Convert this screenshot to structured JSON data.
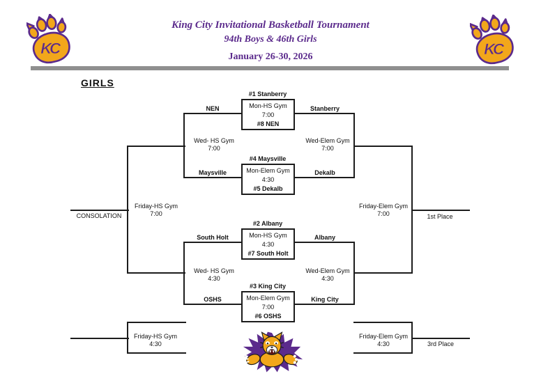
{
  "header": {
    "title": "King City Invitational Basketball Tournament",
    "subtitle": "94th Boys & 46th Girls",
    "date_line": "January 26-30, 2026",
    "logo_letters": "KC",
    "accent_purple": "#5B2A8C",
    "accent_gold": "#F2A71B"
  },
  "section": {
    "label": "GIRLS"
  },
  "round1": [
    {
      "seed_top": "#1 Stanberry",
      "gym": "Mon-HS Gym",
      "time": "7:00",
      "seed_bottom": "#8 NEN",
      "loser_to": "NEN",
      "winner_to": "Stanberry"
    },
    {
      "seed_top": "#4 Maysville",
      "gym": "Mon-Elem Gym",
      "time": "4:30",
      "seed_bottom": "#5 Dekalb",
      "loser_to": "Maysville",
      "winner_to": "Dekalb"
    },
    {
      "seed_top": "#2 Albany",
      "gym": "Mon-HS Gym",
      "time": "4:30",
      "seed_bottom": "#7 South Holt",
      "loser_to": "South Holt",
      "winner_to": "Albany"
    },
    {
      "seed_top": "#3 King City",
      "gym": "Mon-Elem Gym",
      "time": "7:00",
      "seed_bottom": "#6 OSHS",
      "loser_to": "OSHS",
      "winner_to": "King City"
    }
  ],
  "consolation_semifinals": [
    {
      "gym": "Wed- HS Gym",
      "time": "7:00"
    },
    {
      "gym": "Wed- HS Gym",
      "time": "4:30"
    }
  ],
  "winners_semifinals": [
    {
      "gym": "Wed-Elem Gym",
      "time": "7:00"
    },
    {
      "gym": "Wed-Elem Gym",
      "time": "4:30"
    }
  ],
  "consolation_final": {
    "gym": "Friday-HS Gym",
    "time": "7:00",
    "result_label": "CONSOLATION"
  },
  "championship": {
    "gym": "Friday-Elem Gym",
    "time": "7:00",
    "result_label": "1st Place"
  },
  "bottom_left_game": {
    "gym": "Friday-HS Gym",
    "time": "4:30"
  },
  "third_place_game": {
    "gym": "Friday-Elem Gym",
    "time": "4:30",
    "result_label": "3rd Place"
  }
}
